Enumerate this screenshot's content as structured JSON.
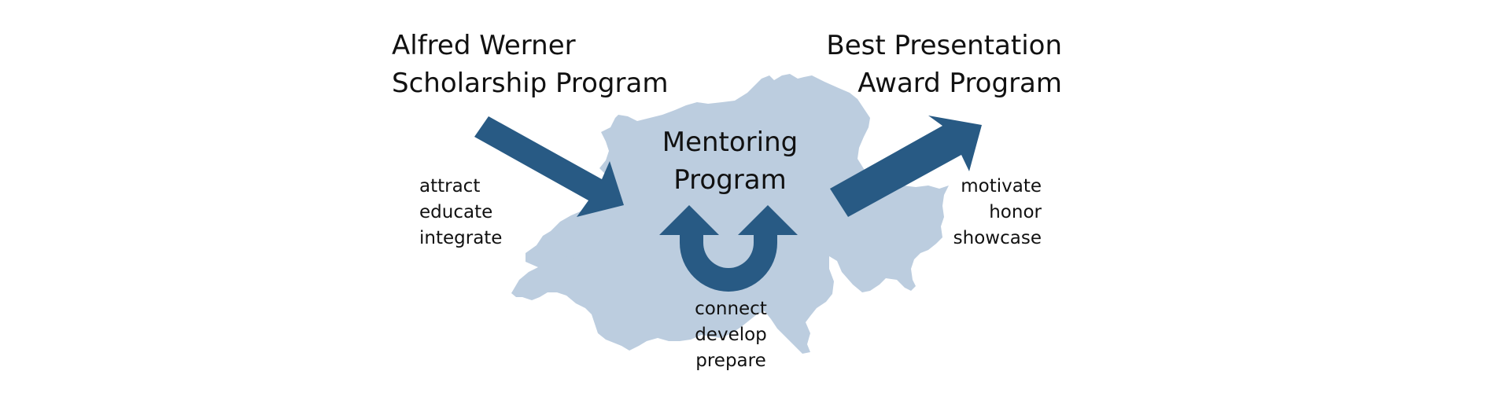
{
  "left_program": {
    "title_lines": [
      "Alfred Werner",
      "Scholarship Program"
    ],
    "actions": [
      "attract",
      "educate",
      "integrate"
    ]
  },
  "right_program": {
    "title_lines": [
      "Best Presentation",
      "Award Program"
    ],
    "actions": [
      "motivate",
      "honor",
      "showcase"
    ]
  },
  "center_program": {
    "title_lines": [
      "Mentoring",
      "Program"
    ],
    "actions": [
      "connect",
      "develop",
      "prepare"
    ]
  },
  "colors": {
    "map_fill": "#bccddf",
    "arrow_fill": "#285a84",
    "text": "#111111"
  }
}
